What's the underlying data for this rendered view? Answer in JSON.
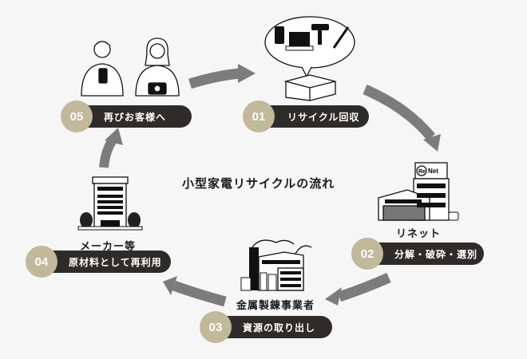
{
  "title": "小型家電リサイクルの流れ",
  "accent_colors": {
    "badge": "#c2b89a",
    "pill": "#2d2c2a",
    "arrow": "#7c7c7c"
  },
  "steps": [
    {
      "number": "01",
      "label": "リサイクル回収",
      "entity": "",
      "icon": "box-of-electronics-icon"
    },
    {
      "number": "02",
      "label": "分解・破砕・選別",
      "entity": "リネット",
      "icon": "renet-building-icon"
    },
    {
      "number": "03",
      "label": "資源の取り出し",
      "entity": "金属製錬事業者",
      "icon": "factory-icon"
    },
    {
      "number": "04",
      "label": "原材料として再利用",
      "entity": "メーカー等",
      "icon": "office-building-icon"
    },
    {
      "number": "05",
      "label": "再びお客様へ",
      "entity": "",
      "icon": "customers-icon"
    }
  ],
  "renet_sign": {
    "re": "Re",
    "net": "Net"
  }
}
